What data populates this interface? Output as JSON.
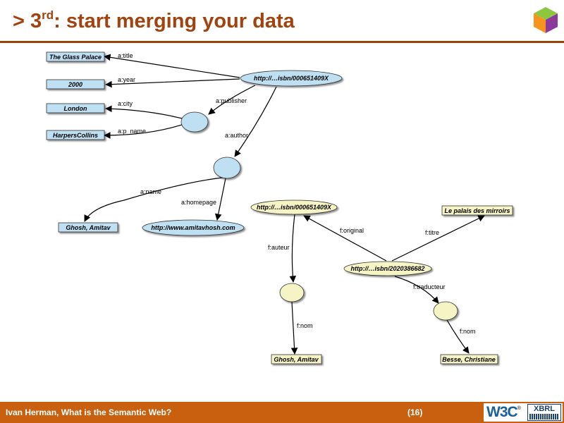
{
  "slide": {
    "title_prefix": "> 3",
    "title_sup": "rd",
    "title_rest": ": start merging your data"
  },
  "colors": {
    "accent": "#a0430e",
    "footer_bg": "#c8600f",
    "blue_node": "#bfe0f2",
    "yellow_node": "#f6f3c4",
    "literal_blue": "#bfe0f2",
    "literal_yellow": "#f6f3c4"
  },
  "graph": {
    "nodes": {
      "lit_glass_palace": "The Glass Palace",
      "lit_2000": "2000",
      "lit_london": "London",
      "lit_harpers": "HarpersCollins",
      "uri_book_a": "http://…isbn/000651409X",
      "lit_ghosh_a": "Ghosh, Amitav",
      "uri_homepage": "http://www.amitavhosh.com",
      "uri_book_f": "http://…isbn/000651409X",
      "lit_palais": "Le palais des mirroirs",
      "uri_book_fr": "http://…isbn/2020386682",
      "lit_ghosh_f": "Ghosh, Amitav",
      "lit_besse": "Besse, Christiane"
    },
    "edges": {
      "a_title": "a:title",
      "a_year": "a:year",
      "a_city": "a:city",
      "a_p_name": "a:p_name",
      "a_publisher": "a:publisher",
      "a_author": "a:author",
      "a_name": "a:name",
      "a_homepage": "a:homepage",
      "f_original": "f:original",
      "f_titre": "f:titre",
      "f_auteur": "f:auteur",
      "f_traducteur": "f:traducteur",
      "f_nom_1": "f:nom",
      "f_nom_2": "f:nom"
    }
  },
  "footer": {
    "text": "Ivan Herman, What is the Semantic Web?",
    "page": "(16)",
    "w3c": "W3C",
    "w3c_reg": "®",
    "xbrl": "XBRL"
  }
}
